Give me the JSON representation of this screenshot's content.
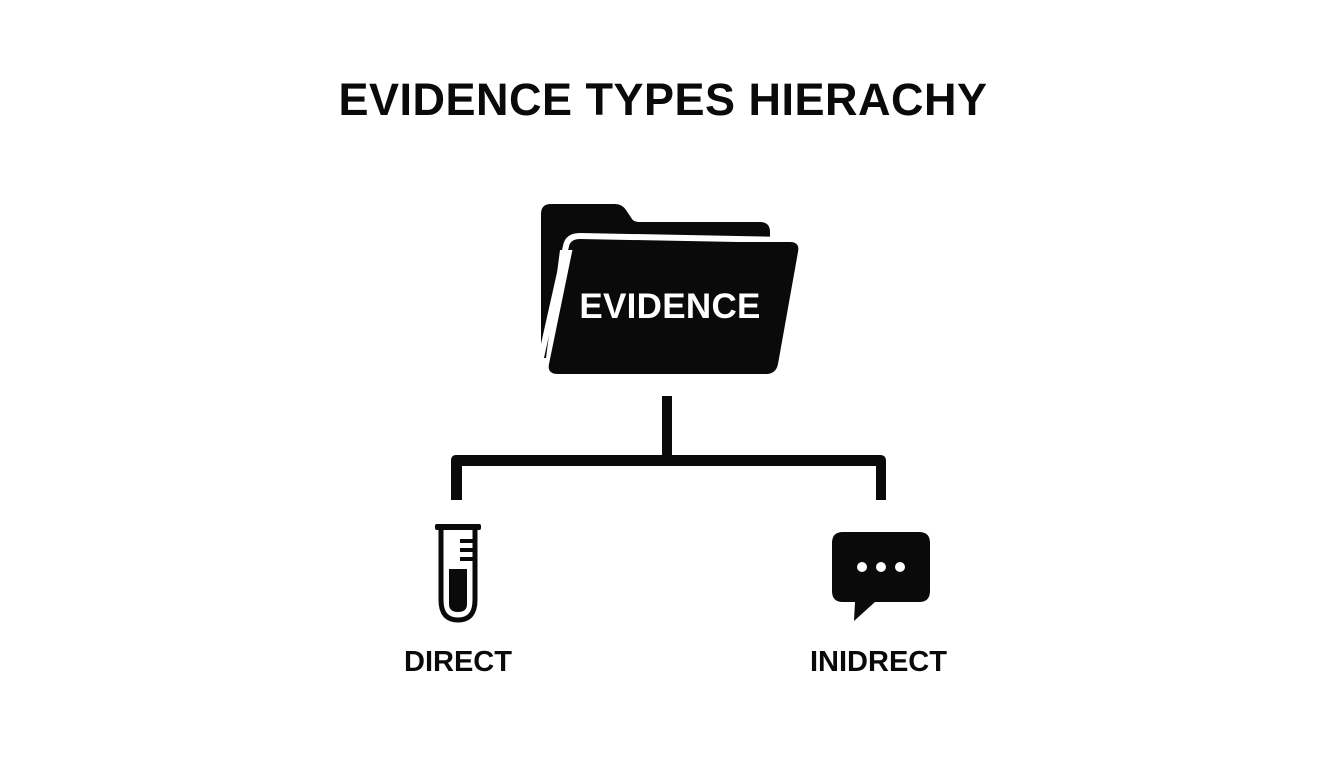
{
  "title": "EVIDENCE TYPES HIERACHY",
  "root": {
    "label": "EVIDENCE",
    "icon": "folder-icon"
  },
  "children": [
    {
      "label": "DIRECT",
      "icon": "test-tube-icon"
    },
    {
      "label": "INIDRECT",
      "icon": "speech-bubble-icon"
    }
  ],
  "colors": {
    "background": "#ffffff",
    "foreground": "#0a0a0a",
    "folder_text": "#ffffff"
  }
}
